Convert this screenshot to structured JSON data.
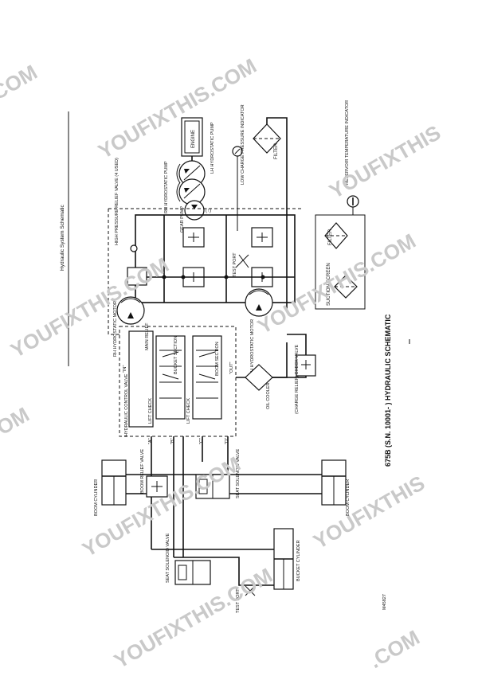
{
  "header": {
    "section_title": "Hydraulic System Schematic"
  },
  "figure": {
    "caption": "675B (S.N. 10001-    ) HYDRAULIC SCHEMATIC",
    "figure_id": "M45827"
  },
  "labels": {
    "engine": "ENGINE",
    "lh_pump": "LH HYDROSTATIC PUMP",
    "rh_pump": "RH HYDROSTATIC PUMP",
    "low_charge_indicator": "LOW CHARGE PRESSURE INDICATOR",
    "filter_top": "FILTER",
    "reservoir_temp": "RESERVOIR TEMPERATURE INDICATOR",
    "high_pressure_relief": "HIGH PRESSURE RELIEF VALVE (4 USED)",
    "gear_pump": "GEAR PUMP",
    "test_port_top": "TEST PORT",
    "filter_mid": "FILTER",
    "suction_screen": "SUCTION SCREEN",
    "rh_motor": "RH HYDROSTATIC MOTOR",
    "lh_motor": "LH HYDROSTATIC MOTOR",
    "main_relief": "MAIN RELIEF",
    "bucket_section": "BUCKET SECTION",
    "boom_section": "BOOM SECTION",
    "in_port": "\"IN\"",
    "out_port": "\"OUT\"",
    "control_valve": "HYDRAULIC CONTROL VALVE",
    "lift_check_1": "LIFT CHECK",
    "lift_check_2": "LIFT CHECK",
    "oil_cooler": "OIL COOLER",
    "charge_relief": "(CHARGE RELIEF) CHECK VALVE",
    "port_a": "\"A\"",
    "port_b": "\"B\"",
    "port_c": "\"C\"",
    "port_d": "\"D\"",
    "boom_cylinder_left": "BOOM CYLINDER",
    "boom_cylinder_right": "BOOM CYLINDER",
    "boom_relief": "BOOM RELIEF VALVE",
    "seat_solenoid_mid": "SEAT SOLENOID VALVE",
    "seat_solenoid_left": "SEAT SOLENOID VALVE",
    "bucket_cylinder": "BUCKET CYLINDER",
    "test_port_bottom": "TEST PORT"
  },
  "watermark": {
    "text_full": "YOUFIXTHIS.COM",
    "text_a": "YOUFIXTHIS",
    "text_b": ".COM",
    "color": "#c9c9c9"
  },
  "colors": {
    "ink": "#111111",
    "paper": "#ffffff"
  }
}
